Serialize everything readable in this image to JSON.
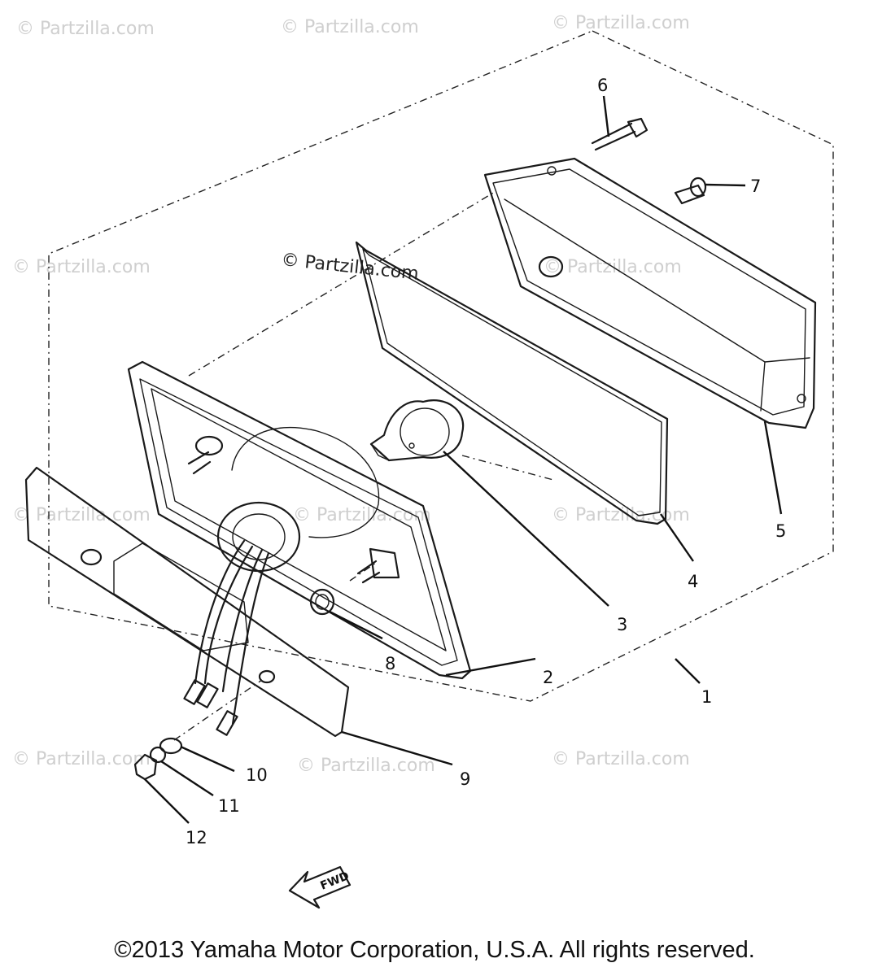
{
  "watermark": "© Partzilla.com",
  "footer": {
    "copyright": "©2013 Yamaha Motor Corporation, U.S.A. All rights reserved."
  },
  "callouts": [
    {
      "id": "1",
      "label": "1"
    },
    {
      "id": "2",
      "label": "2"
    },
    {
      "id": "3",
      "label": "3"
    },
    {
      "id": "4",
      "label": "4"
    },
    {
      "id": "5",
      "label": "5"
    },
    {
      "id": "6",
      "label": "6"
    },
    {
      "id": "7",
      "label": "7"
    },
    {
      "id": "8",
      "label": "8"
    },
    {
      "id": "9",
      "label": "9"
    },
    {
      "id": "10",
      "label": "10"
    },
    {
      "id": "11",
      "label": "11"
    },
    {
      "id": "12",
      "label": "12"
    }
  ],
  "direction_arrow": {
    "label": "FWD"
  }
}
